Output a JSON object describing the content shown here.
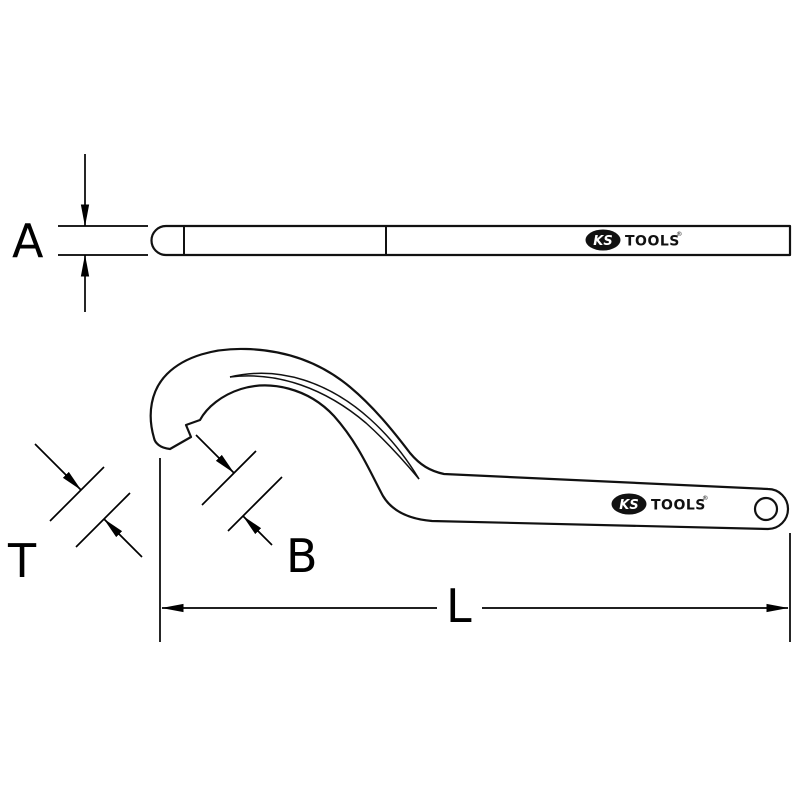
{
  "labels": {
    "a": "A",
    "t": "T",
    "b": "B",
    "l": "L"
  },
  "logo": {
    "ks": "KS",
    "tools": "TOOLS",
    "reg": "®"
  },
  "colors": {
    "line": "#111111",
    "background": "#ffffff",
    "label": "#000000"
  }
}
